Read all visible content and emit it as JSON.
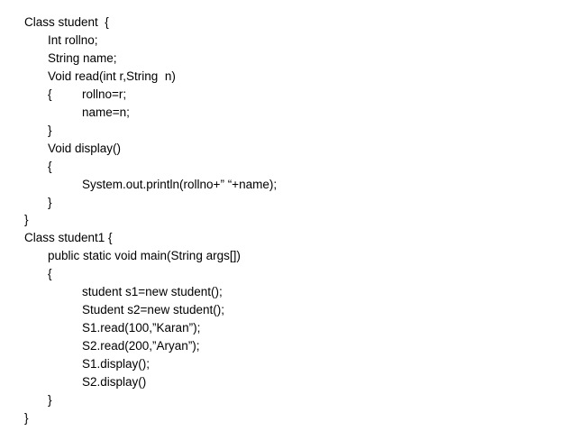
{
  "code": {
    "lines": [
      "Class student  {",
      "Int rollno;",
      "String name;",
      "Void read(int r,String  n)",
      "{",
      "rollno=r;",
      "name=n;",
      "}",
      "Void display()",
      "{",
      "System.out.println(rollno+” “+name);",
      "}",
      "}",
      "Class student1 {",
      "public static void main(String args[])",
      "{",
      "student s1=new student();",
      "Student s2=new student();",
      "S1.read(100,”Karan”);",
      "S2.read(200,”Aryan”);",
      "S1.display();",
      "S2.display()",
      "}",
      "}"
    ]
  }
}
